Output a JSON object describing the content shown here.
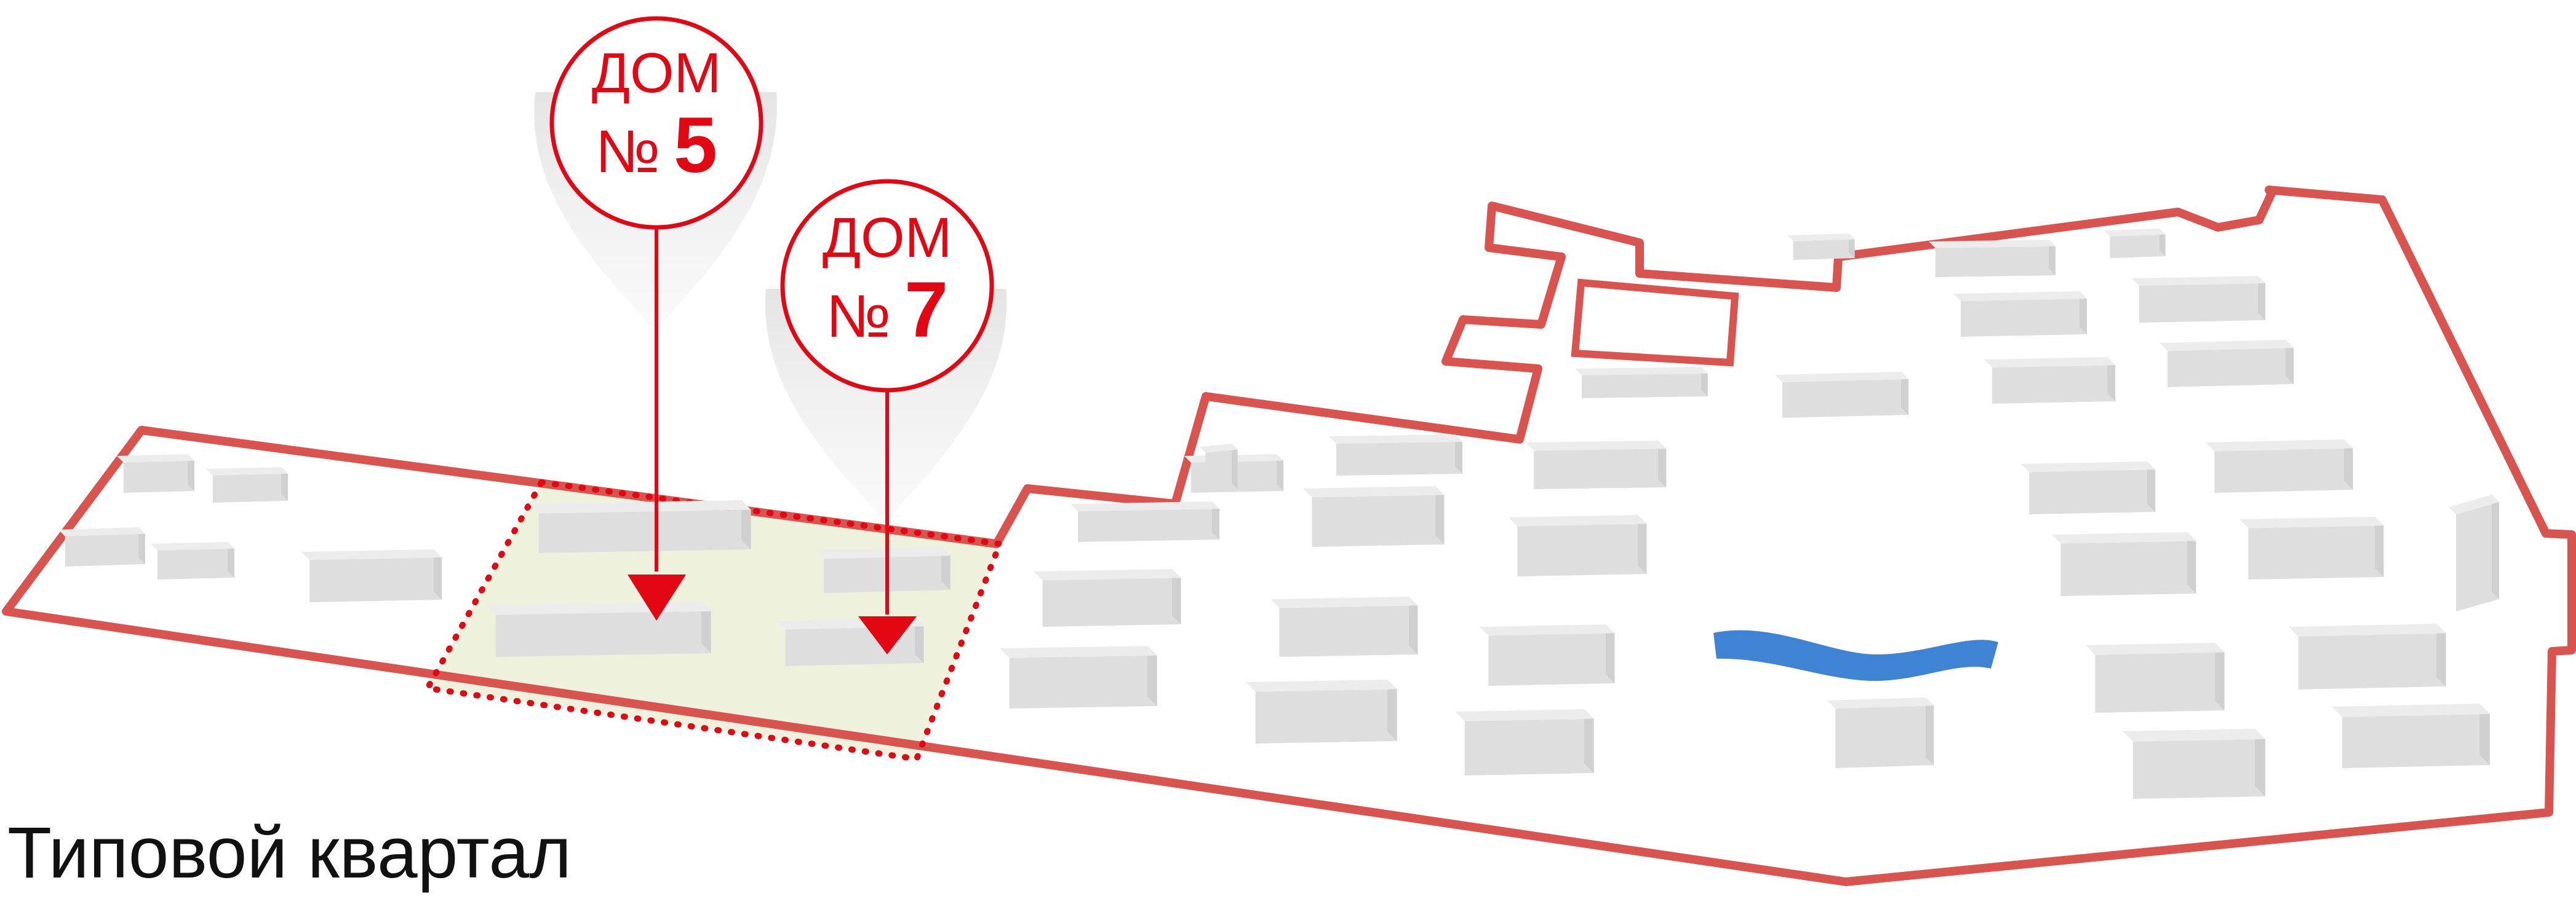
{
  "caption": "Типовой квартал",
  "pins": [
    {
      "word": "ДОМ",
      "sign": "№",
      "number": "5"
    },
    {
      "word": "ДОМ",
      "sign": "№",
      "number": "7"
    }
  ],
  "colors": {
    "boundary": "#d9534f",
    "accent": "#e30613",
    "highlight_area": "#eef2dc",
    "building_top": "#ececec",
    "building_side": "#d0d0d0",
    "building_front": "#dedede",
    "water": "#3f84d4",
    "pin_shadow": "#e6e6e6",
    "text": "#111111"
  }
}
